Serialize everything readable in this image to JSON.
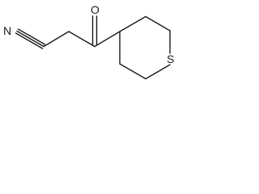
{
  "structure": {
    "atoms": {
      "nitrogen": "N",
      "oxygen": "O",
      "sulfur": "S"
    },
    "colors": {
      "ink": "#1a1a1a",
      "background": "#ffffff"
    }
  }
}
